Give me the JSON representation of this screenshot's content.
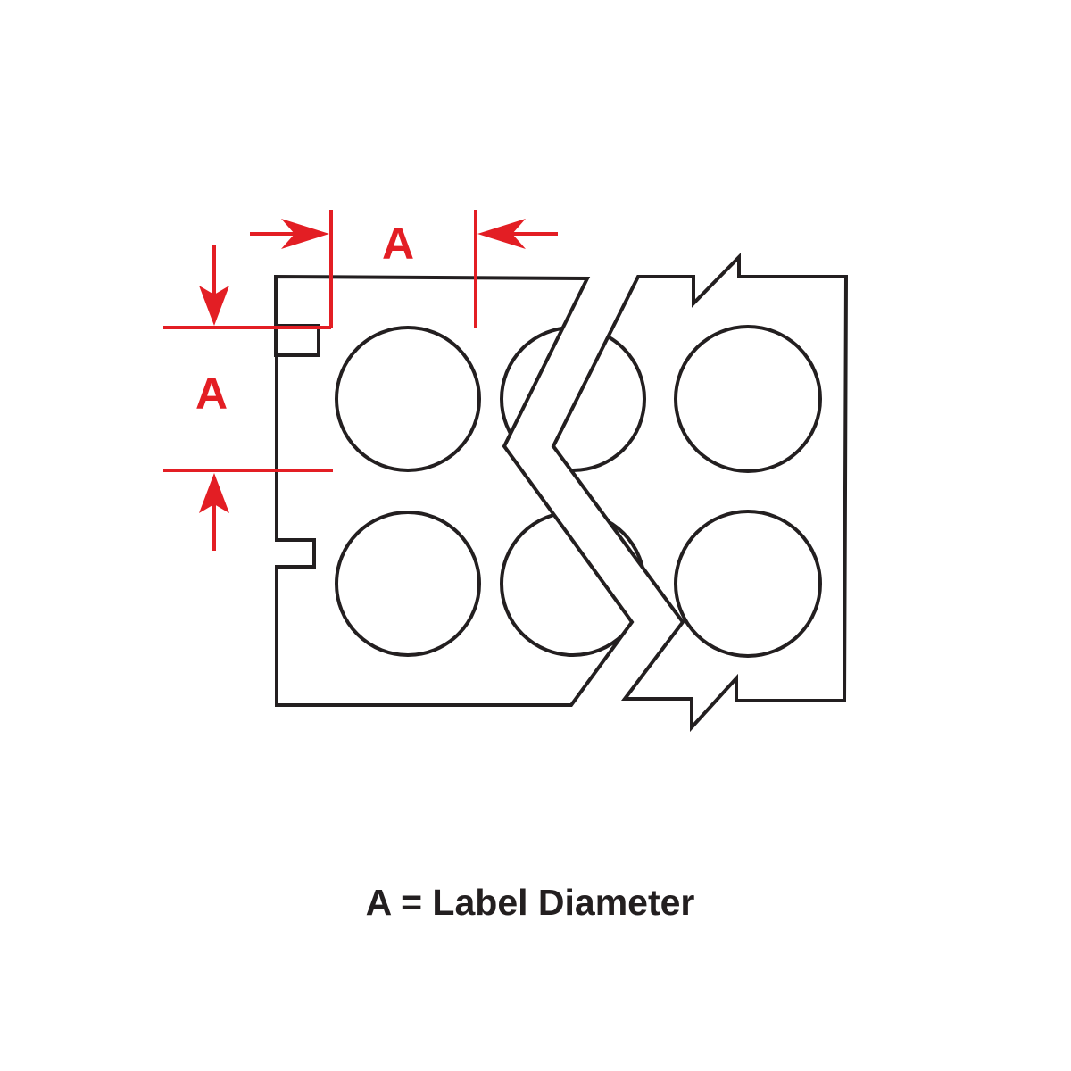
{
  "diagram": {
    "dimension_label_top": "A",
    "dimension_label_left": "A",
    "caption": "A = Label Diameter"
  },
  "colors": {
    "outline": "#231f20",
    "dimension": "#e31e24",
    "background": "#ffffff"
  }
}
